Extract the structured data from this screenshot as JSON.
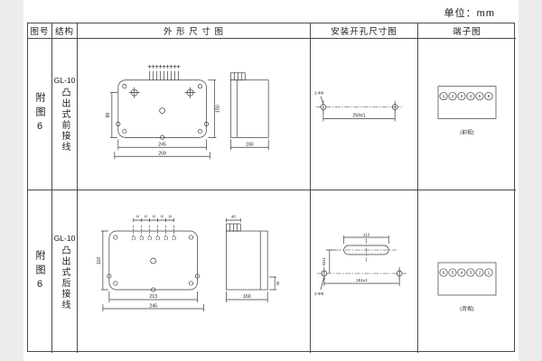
{
  "page": {
    "unit_label": "单位：mm"
  },
  "table": {
    "headers": {
      "figure_no": "图号",
      "structure": "结构",
      "outline": "外 形 尺 寸 图",
      "mounting": "安装开孔尺寸图",
      "terminal": "端子图"
    },
    "rows": [
      {
        "figure_no": "附图6",
        "model": "GL-10",
        "structure": "凸出式前接线",
        "outline": {
          "dim_width_body": "245",
          "dim_width_overall": "259",
          "dim_height": "150",
          "dim_left": "90",
          "dim_depth": "160"
        },
        "mounting": {
          "dim_span": "259±1",
          "hole_note": "2-Φ6"
        },
        "terminal": {
          "numbers": [
            "1",
            "2",
            "3",
            "4",
            "5",
            "6"
          ],
          "view_label": "(前视)"
        }
      },
      {
        "figure_no": "附图6",
        "model": "GL-10",
        "structure": "凸出式后接线",
        "outline": {
          "dim_width_body": "213",
          "dim_width_overall": "245",
          "dim_left": "110",
          "dim_depth": "160",
          "dim_stud": "40",
          "dim_stud_height": "30",
          "pitch": "19"
        },
        "mounting": {
          "dim_slot": "112",
          "dim_offset": "40±1",
          "dim_span": "151±1",
          "hole_note": "2-Φ6"
        },
        "terminal": {
          "numbers": [
            "6",
            "5",
            "4",
            "3",
            "2",
            "1"
          ],
          "view_label": "(背视)"
        }
      }
    ]
  }
}
